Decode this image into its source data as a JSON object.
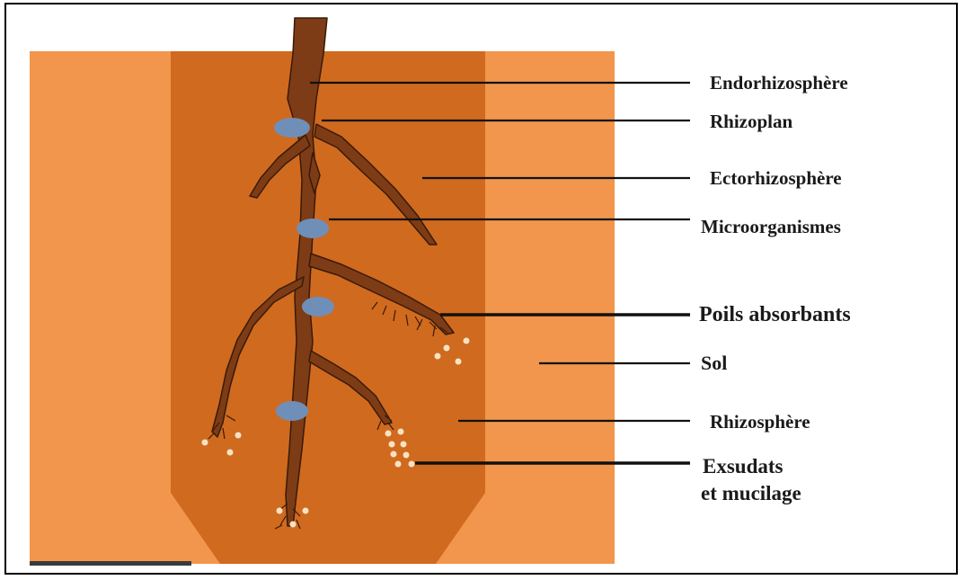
{
  "labels": {
    "endorhizosphere": "Endorhizosphère",
    "rhizoplan": "Rhizoplan",
    "ectorhizosphere": "Ectorhizosphère",
    "microorganismes": "Microorganismes",
    "poils_absorbants": "Poils absorbants",
    "sol": "Sol",
    "rhizosphere": "Rhizosphère",
    "exsudats_line1": "Exsudats",
    "exsudats_line2": "et mucilage"
  },
  "colors": {
    "soil": "#f1964c",
    "rhizosphere_zone": "#d06a1f",
    "root": "#7d3c16",
    "root_outline": "#3a1a08",
    "microorganism": "#6f8fb8",
    "exudate": "#f7e3c4",
    "leader_line": "#111111"
  }
}
